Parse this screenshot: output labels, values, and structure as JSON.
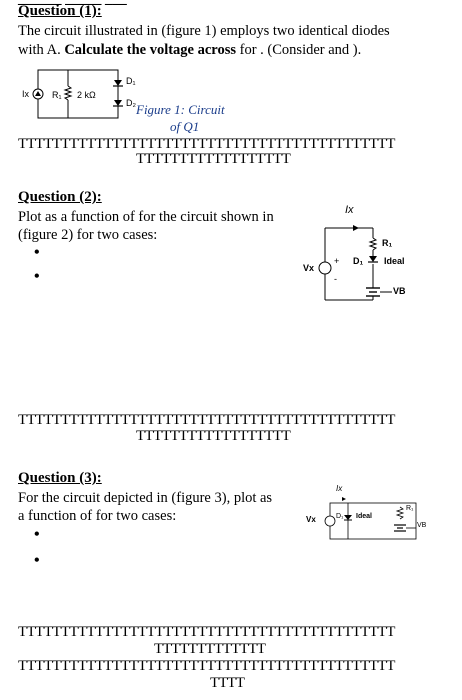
{
  "header_fragment": "______ _____ ___",
  "q1": {
    "title": "Question (1):",
    "line1": "The circuit illustrated in (figure 1) employs two identical diodes",
    "line2_prefix": "with A. ",
    "line2_bold": "Calculate the voltage across",
    "line2_suffix": " for . (Consider and ).",
    "figure": {
      "source_label": "Ix",
      "r_label": "R₁",
      "r_value": "2 kΩ",
      "d1_label": "D₁",
      "d2_label": "D₂",
      "caption_line1": "Figure 1: Circuit",
      "caption_line2": "of Q1"
    },
    "t_row1": "TTTTTTTTTTTTTTTTTTTTTTTTTTTTTTTTTTTTTTTTTTTT",
    "t_row2": "TTTTTTTTTTTTTTTTTT"
  },
  "q2": {
    "title": "Question (2):",
    "line1": "Plot as a function of for the circuit shown in",
    "line2": "(figure 2) for two cases:",
    "bullets": [
      "•",
      "•"
    ],
    "figure": {
      "ix_label": "Ix",
      "r_label": "R₁",
      "d_label": "D₁",
      "ideal_label": "Ideal",
      "vx_label": "Vx",
      "plus": "+",
      "minus": "-",
      "vb_label": "VB"
    },
    "t_row1": "TTTTTTTTTTTTTTTTTTTTTTTTTTTTTTTTTTTTTTTTTTTT",
    "t_row2": "TTTTTTTTTTTTTTTTTT"
  },
  "q3": {
    "title": "Question (3):",
    "line1": "For the circuit depicted in (figure 3), plot as",
    "line2": "a function of for two cases:",
    "bullets": [
      "•",
      "•"
    ],
    "figure": {
      "ix_label": "Ix",
      "vx_label": "Vx",
      "d_label": "D₁",
      "ideal_label": "Ideal",
      "r_label": "R₁",
      "vb_label": "VB"
    },
    "t_row1": "TTTTTTTTTTTTTTTTTTTTTTTTTTTTTTTTTTTTTTTTTTTT",
    "t_row2": "TTTTTTTTTTTTT",
    "t_row3": "TTTTTTTTTTTTTTTTTTTTTTTTTTTTTTTTTTTTTTTTTTTT",
    "t_row4": "TTTT"
  }
}
